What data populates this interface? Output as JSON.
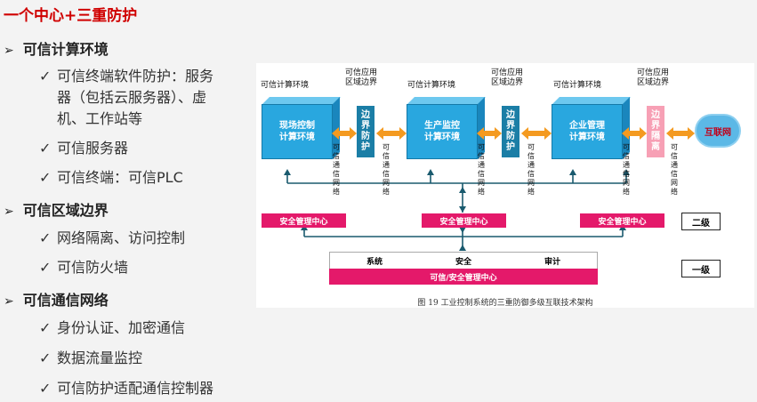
{
  "title": "一个中心+三重防护",
  "sections": [
    {
      "heading": "可信计算环境",
      "items": [
        [
          "可信终端软件防护：服务",
          "器（包括云服务器）、虚",
          "机、工作站等"
        ],
        [
          "可信服务器"
        ],
        [
          "可信终端：可信PLC"
        ]
      ]
    },
    {
      "heading": "可信区域边界",
      "items": [
        [
          "网络隔离、访问控制"
        ],
        [
          "可信防火墙"
        ]
      ]
    },
    {
      "heading": "可信通信网络",
      "items": [
        [
          "身份认证、加密通信"
        ],
        [
          "数据流量监控"
        ],
        [
          "可信防护适配通信控制器"
        ]
      ]
    }
  ],
  "diagram": {
    "top_labels": [
      "可信计算环境",
      "可信应用\n区域边界",
      "可信计算环境",
      "可信应用\n区域边界",
      "可信计算环境",
      "可信应用\n区域边界"
    ],
    "zones": [
      "现场控制\n计算环境",
      "生产监控\n计算环境",
      "企业管理\n计算环境"
    ],
    "boundaries": [
      "边\n界\n防\n护",
      "边\n界\n防\n护",
      "边\n界\n隔\n离"
    ],
    "network_label": "可\n信\n通\n信\n网\n络",
    "internet": "互联网",
    "mgmt_center": "安全管理中心",
    "level2": "二级",
    "level1": "一级",
    "bottom_row": [
      "系统",
      "安全",
      "审计"
    ],
    "bottom_bar": "可信/安全管理中心",
    "caption": "图 19  工业控制系统的三重防御多级互联技术架构",
    "colors": {
      "cube": "#29a7df",
      "boundary_dark": "#1b7ea6",
      "boundary_pink": "#f7a0b5",
      "accent": "#e4196a",
      "arrow": "#f49a20",
      "link": "#1a5a6e"
    }
  }
}
